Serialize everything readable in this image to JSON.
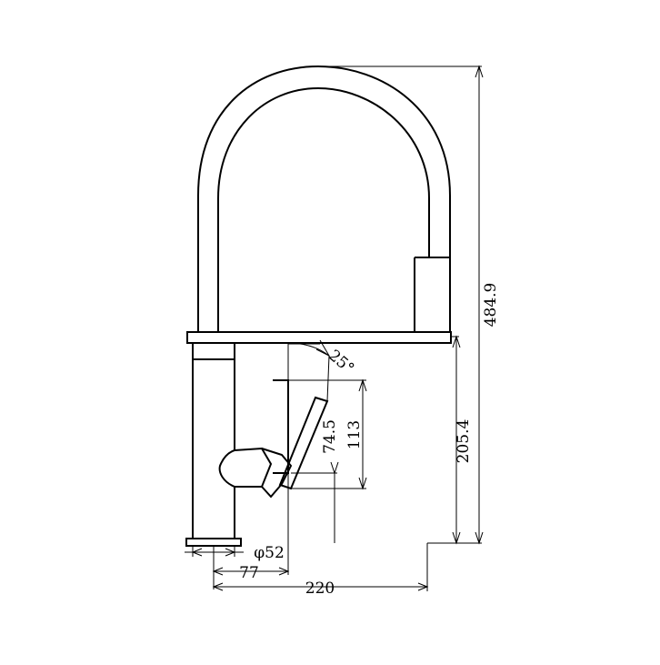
{
  "drawing": {
    "dimensions": {
      "total_height": "484.9",
      "body_height": "205.4",
      "handle_height": "113",
      "handle_arm": "74.5",
      "angle": "25°",
      "base_diameter": "φ52",
      "base_offset": "77",
      "spout_reach": "220"
    }
  }
}
